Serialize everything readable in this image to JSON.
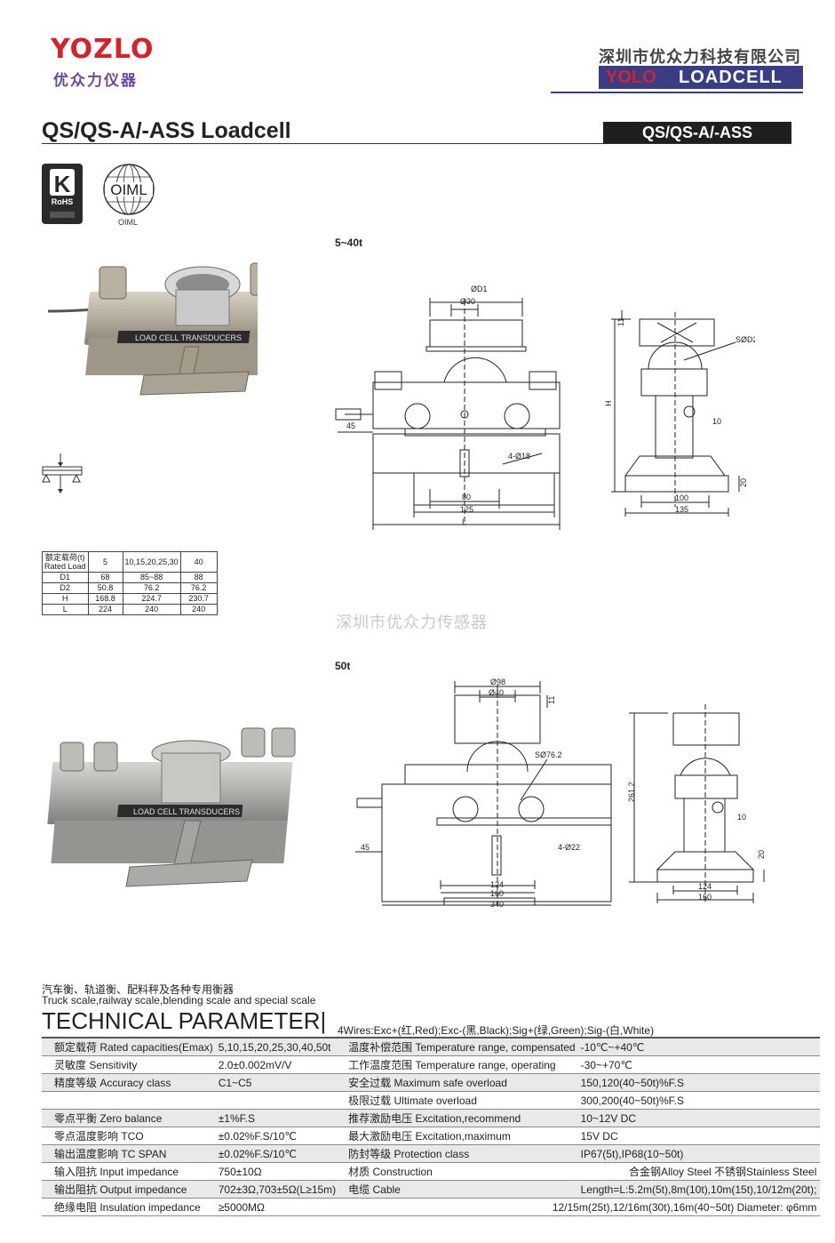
{
  "header": {
    "logo_text": "YOZLO",
    "logo_sub": "优众力仪器",
    "company_cn": "深圳市优众力科技有限公司",
    "brand_yolo": "YOLO",
    "brand_loadcell": "LOADCELL"
  },
  "product": {
    "title": "QS/QS-A/-ASS  Loadcell",
    "model_box": "QS/QS-A/-ASS"
  },
  "certifications": {
    "rohs_label": "RoHS",
    "oiml_inner": "OIML",
    "oiml_label": "OIML",
    "k_label": "K"
  },
  "section_5_40": {
    "caption": "5~40t",
    "photo_label": "LOAD CELL TRANSDUCERS",
    "dims": {
      "od1": "ØD1",
      "o30": "Ø30",
      "d45": "45",
      "hole": "4-Ø18",
      "d80": "80",
      "d125": "125",
      "dL": "L",
      "d11": "11",
      "sd2": "SØD2",
      "dH": "H",
      "d10": "10",
      "d20": "20",
      "d100": "100",
      "d135": "135"
    }
  },
  "section_50": {
    "caption": "50t",
    "photo_label": "LOAD CELL TRANSDUCERS",
    "dims": {
      "o98": "Ø98",
      "o40": "Ø40",
      "d11": "11",
      "s76": "SØ76.2",
      "d45": "45",
      "hole": "4-Ø22",
      "d124": "124",
      "d160": "160",
      "d340": "340",
      "d261": "261.2",
      "d10": "10",
      "d20": "20",
      "s124": "124",
      "s160": "160"
    }
  },
  "watermark": "深圳市优众力传感器",
  "dim_table": {
    "header_cn": "额定载荷(t)",
    "header_en": "Rated Load",
    "columns": [
      "5",
      "10,15,20,25,30",
      "40"
    ],
    "rows": [
      {
        "label": "D1",
        "values": [
          "68",
          "85~88",
          "88"
        ]
      },
      {
        "label": "D2",
        "values": [
          "50.8",
          "76.2",
          "76.2"
        ]
      },
      {
        "label": "H",
        "values": [
          "168.8",
          "224.7",
          "230.7"
        ]
      },
      {
        "label": "L",
        "values": [
          "224",
          "240",
          "240"
        ]
      }
    ]
  },
  "technical": {
    "application_cn": "汽车衡、轨道衡、配料秤及各种专用衡器",
    "application_en": "Truck scale,railway scale,blending scale and special scale",
    "title": "TECHNICAL PARAMETER|",
    "wires": "4Wires:Exc+(红,Red);Exc-(黑,Black);Sig+(绿,Green);Sig-(白,White)",
    "rows": [
      {
        "l_label": "额定载荷 Rated capacities(Emax)",
        "l_value": "5,10,15,20,25,30,40,50t",
        "r_label": "温度补偿范围 Temperature range, compensated",
        "r_value": "-10℃~+40℃"
      },
      {
        "l_label": "灵敏度 Sensitivity",
        "l_value": "2.0±0.002mV/V",
        "r_label": "工作温度范围 Temperature range, operating",
        "r_value": "-30~+70℃"
      },
      {
        "l_label": "精度等级 Accuracy class",
        "l_value": "C1~C5",
        "r_label": "安全过载  Maximum safe overload",
        "r_value": "150,120(40~50t)%F.S"
      },
      {
        "l_label": "",
        "l_value": "",
        "r_label": "极限过载  Ultimate overload",
        "r_value": "300,200(40~50t)%F.S"
      },
      {
        "l_label": "零点平衡 Zero balance",
        "l_value": "±1%F.S",
        "r_label": "推荐激励电压 Excitation,recommend",
        "r_value": "10~12V DC"
      },
      {
        "l_label": "零点温度影响 TCO",
        "l_value": "±0.02%F.S/10℃",
        "r_label": "最大激励电压 Excitation,maximum",
        "r_value": "15V DC"
      },
      {
        "l_label": "输出温度影响 TC SPAN",
        "l_value": "±0.02%F.S/10℃",
        "r_label": "防封等级  Protection class",
        "r_value": "IP67(5t),IP68(10~50t)"
      },
      {
        "l_label": "输入阻抗 Input  impedance",
        "l_value": "750±10Ω",
        "r_label": "材质 Construction",
        "r_value": "合金钢Alloy Steel  不锈钢Stainless Steel"
      },
      {
        "l_label": "输出阻抗 Output  impedance",
        "l_value": "702±3Ω,703±5Ω(L≥15m)",
        "r_label": "电缆 Cable",
        "r_value": "Length=L:5.2m(5t),8m(10t),10m(15t),10/12m(20t);"
      },
      {
        "l_label": "绝缘电阻 Insulation impedance",
        "l_value": "≥5000MΩ",
        "r_label": "",
        "r_value": "12/15m(25t),12/16m(30t),16m(40~50t) Diameter: φ6mm"
      }
    ]
  }
}
